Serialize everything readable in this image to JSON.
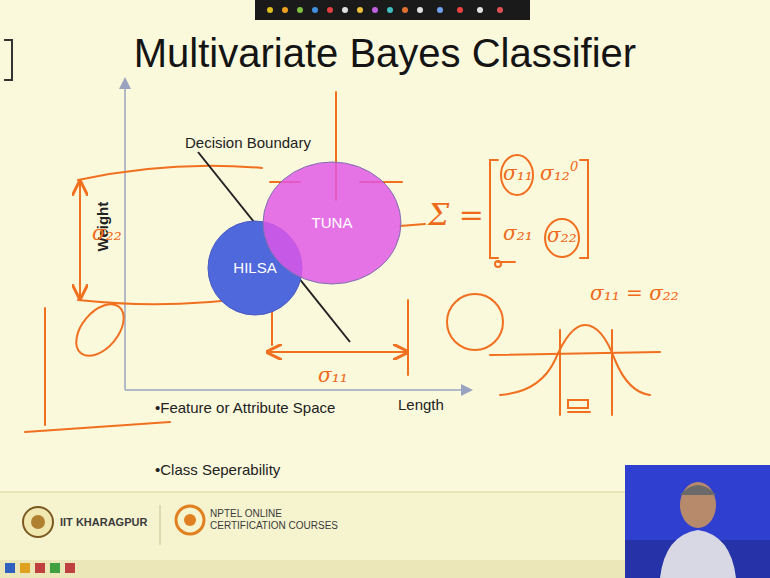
{
  "diagram": {
    "title": "Multivariate Bayes Classifier",
    "nodes": [
      {
        "text": [
          "HILSA"
        ]
      },
      {
        "text": [
          "TUNA"
        ]
      }
    ],
    "edges": [],
    "labels": [
      "Decision Boundary",
      "Weight",
      "Length",
      "σ₂₂",
      "σ₁₁",
      "Σ =",
      "σ₁₁",
      "σ₁₂",
      "0",
      "σ₂₁",
      "σ₂₂",
      "σ₁₁ = σ₂₂",
      "•Feature or Attribute Space",
      "•Class Seperability",
      "IIT KHARAGPUR",
      "NPTEL ONLINE CERTIFICATION COURSES"
    ]
  }
}
